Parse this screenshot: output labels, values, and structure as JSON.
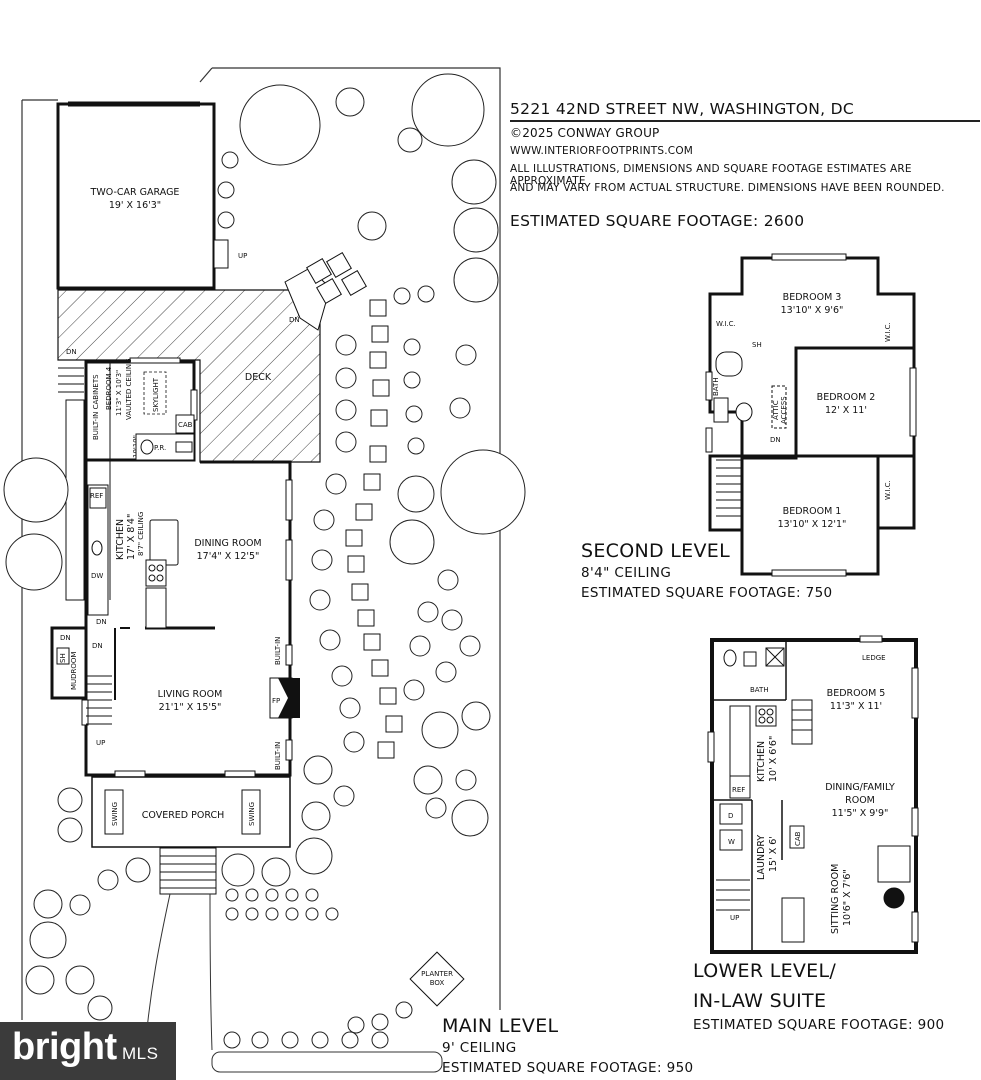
{
  "header": {
    "address": "5221 42ND STREET NW, WASHINGTON, DC",
    "copyright": "©2025 CONWAY GROUP",
    "website": "WWW.INTERIORFOOTPRINTS.COM",
    "disclaimer_1": "ALL ILLUSTRATIONS, DIMENSIONS AND SQUARE FOOTAGE ESTIMATES ARE APPROXIMATE",
    "disclaimer_2": "AND MAY VARY FROM ACTUAL STRUCTURE. DIMENSIONS HAVE BEEN ROUNDED.",
    "total_sqft": "ESTIMATED SQUARE FOOTAGE: 2600"
  },
  "main_level": {
    "title": "MAIN LEVEL",
    "ceiling": "9' CEILING",
    "sqft": "ESTIMATED SQUARE FOOTAGE: 950",
    "garage_name": "TWO-CAR GARAGE",
    "garage_dim": "19' X 16'3\"",
    "deck": "DECK",
    "dn": "DN",
    "up": "UP",
    "bedroom4_name": "BEDROOM 4",
    "bedroom4_dim": "11'3\" X 10'3\"",
    "bedroom4_ceiling": "VAULTED CEILING",
    "bedroom4_ceiling_h": "10'10\"",
    "skylight": "SKYLIGHT",
    "built_in_cabinets": "BUILT-IN CABINETS",
    "cab": "CAB",
    "pr": "P.R.",
    "ref": "REF",
    "kitchen_name": "KITCHEN",
    "kitchen_dim": "17' X 8'4\"",
    "kitchen_ceiling": "8'7\" CEILING",
    "dw": "DW",
    "dining_name": "DINING ROOM",
    "dining_dim": "17'4\" X 12'5\"",
    "mudroom": "MUDROOM",
    "sh": "SH",
    "living_name": "LIVING ROOM",
    "living_dim": "21'1\" X 15'5\"",
    "fp": "FP",
    "built_in": "BUILT-IN",
    "covered_porch": "COVERED PORCH",
    "swing": "SWING",
    "planter": "PLANTER",
    "box": "BOX"
  },
  "second_level": {
    "title": "SECOND LEVEL",
    "ceiling": "8'4\" CEILING",
    "sqft": "ESTIMATED SQUARE FOOTAGE: 750",
    "bedroom3_name": "BEDROOM 3",
    "bedroom3_dim": "13'10\" X 9'6\"",
    "bedroom2_name": "BEDROOM 2",
    "bedroom2_dim": "12' X 11'",
    "bedroom1_name": "BEDROOM 1",
    "bedroom1_dim": "13'10\" X 12'1\"",
    "wic": "W.I.C.",
    "sh": "SH",
    "bath": "BATH",
    "attic": "ATTIC",
    "access": "ACCESS",
    "dn": "DN"
  },
  "lower_level": {
    "title_1": "LOWER LEVEL/",
    "title_2": "IN-LAW SUITE",
    "sqft": "ESTIMATED SQUARE FOOTAGE: 900",
    "ledge": "LEDGE",
    "bath": "BATH",
    "bedroom5_name": "BEDROOM 5",
    "bedroom5_dim": "11'3\" X 11'",
    "kitchen_name": "KITCHEN",
    "kitchen_dim": "10' X 6'6\"",
    "ref": "REF",
    "dining_name_1": "DINING/FAMILY",
    "dining_name_2": "ROOM",
    "dining_dim": "11'5\" X 9'9\"",
    "laundry_name": "LAUNDRY",
    "laundry_dim": "15' X 6'",
    "d": "D",
    "w": "W",
    "cab": "CAB",
    "sitting_name": "SITTING ROOM",
    "sitting_dim": "10'6\" X 7'6\"",
    "up": "UP"
  },
  "brand": {
    "name": "bright",
    "suffix": "MLS"
  }
}
